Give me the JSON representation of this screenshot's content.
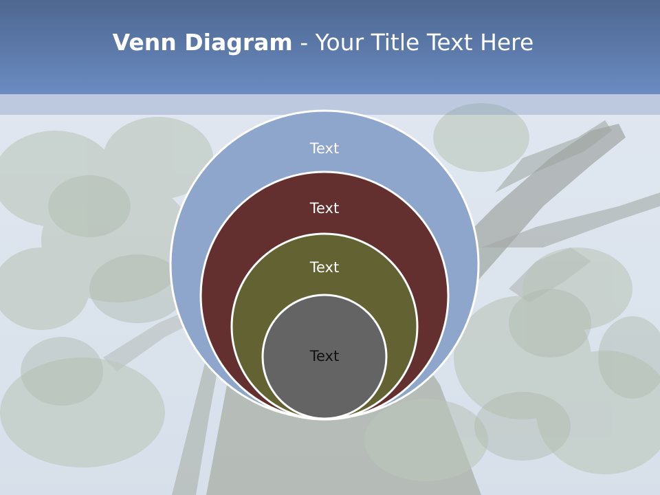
{
  "header": {
    "title_bold": "Venn Diagram",
    "title_rest": " - Your Title Text Here"
  },
  "diagram": {
    "circles": [
      {
        "label": "Text",
        "color": "#8fa6cc"
      },
      {
        "label": "Text",
        "color": "#632f2f"
      },
      {
        "label": "Text",
        "color": "#636233"
      },
      {
        "label": "Text",
        "color": "#646464"
      }
    ]
  },
  "colors": {
    "header": "#5b78a8",
    "circle_border": "#ffffff"
  },
  "background": {
    "image": "tree-photo"
  }
}
